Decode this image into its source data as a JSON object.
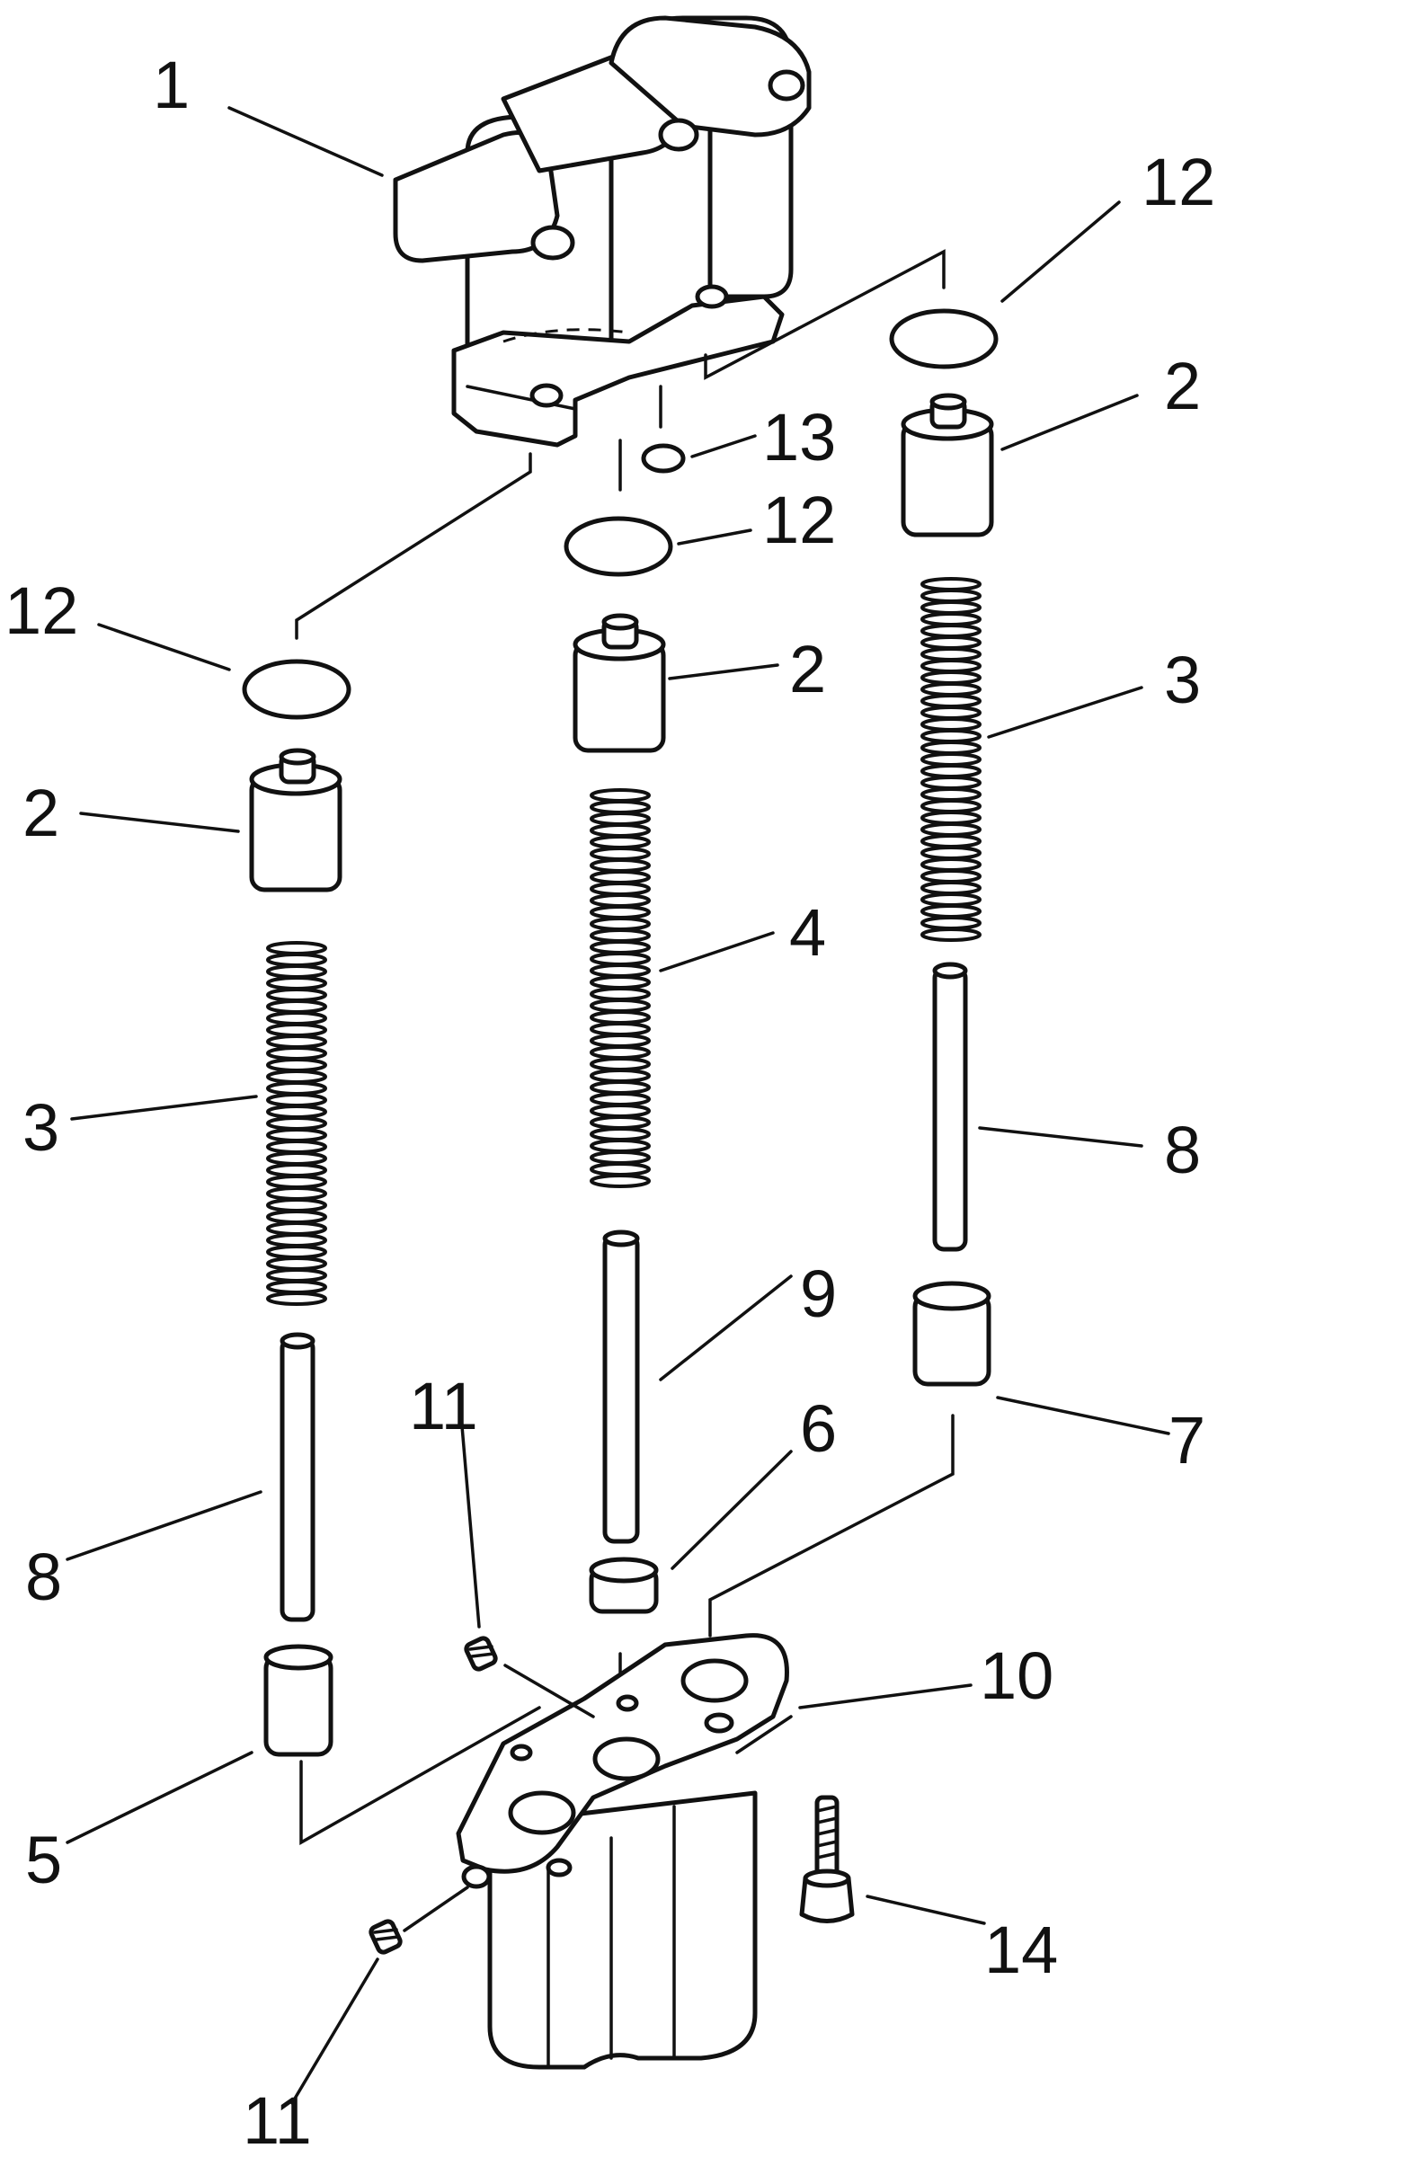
{
  "diagram": {
    "callouts": {
      "c1": "1",
      "c12_top_right": "12",
      "c2_right": "2",
      "c13": "13",
      "c12_middle": "12",
      "c12_left": "12",
      "c2_middle": "2",
      "c3_right": "3",
      "c2_left": "2",
      "c4": "4",
      "c3_left": "3",
      "c8_right": "8",
      "c9": "9",
      "c11_upper": "11",
      "c6": "6",
      "c7": "7",
      "c8_left": "8",
      "c10": "10",
      "c5": "5",
      "c14": "14",
      "c11_lower": "11"
    }
  }
}
